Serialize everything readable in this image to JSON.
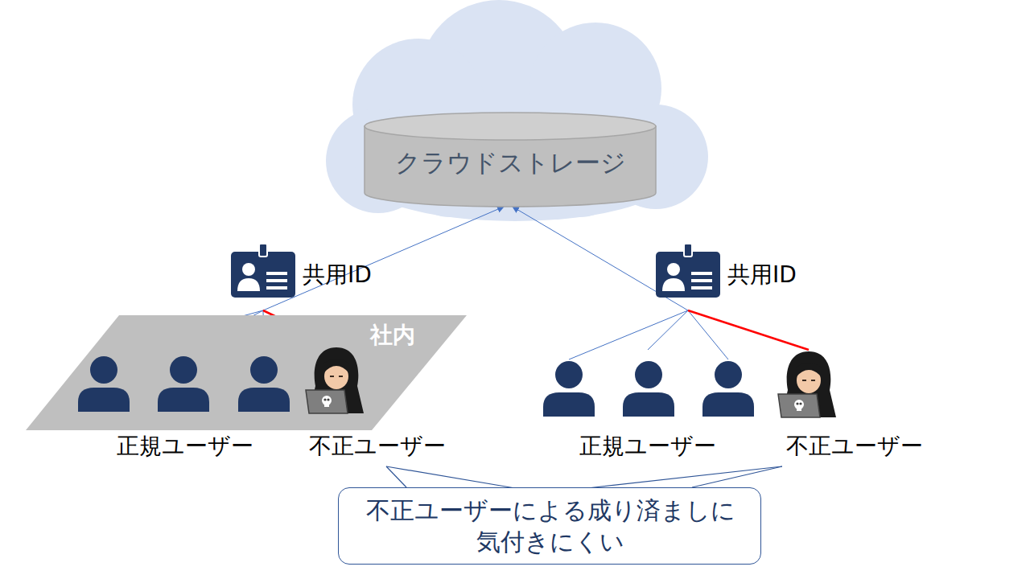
{
  "diagram": {
    "nodes": [
      {
        "text": [
          "クラウドストレージ"
        ]
      },
      {
        "text": [
          "共用ID"
        ]
      },
      {
        "text": [
          "共用ID"
        ]
      },
      {
        "text": [
          "社内"
        ]
      },
      {
        "text": [
          "正規ユーザー"
        ],
        "in": 3
      },
      {
        "text": [
          "不正ユーザー"
        ],
        "in": 3
      },
      {
        "text": [
          "正規ユーザー"
        ]
      },
      {
        "text": [
          "不正ユーザー"
        ]
      },
      {
        "text": [
          "不正ユーザーによる成り済ましに 気付きにくい"
        ]
      }
    ],
    "edges": [
      {
        "from": 1,
        "to": 0,
        "arrow": "to"
      },
      {
        "from": 2,
        "to": 0,
        "arrow": "to"
      },
      {
        "from": 1,
        "to": 4,
        "arrow": "none"
      },
      {
        "from": 1,
        "to": 5,
        "arrow": "none"
      },
      {
        "from": 2,
        "to": 6,
        "arrow": "none"
      },
      {
        "from": 2,
        "to": 7,
        "arrow": "none"
      },
      {
        "from": 8,
        "to": 5,
        "arrow": "none"
      },
      {
        "from": 8,
        "to": 7,
        "arrow": "none"
      }
    ]
  }
}
